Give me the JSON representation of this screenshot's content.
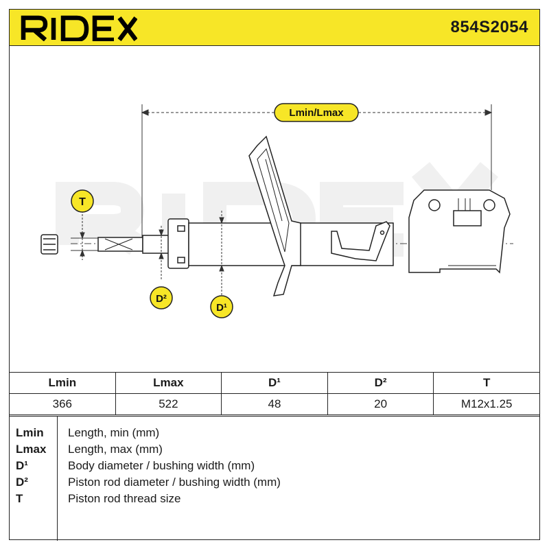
{
  "header": {
    "brand": "RIDEX",
    "part_number": "854S2054",
    "brand_color": "#000000",
    "background_color": "#f7e627"
  },
  "drawing": {
    "watermark": "RIDEX",
    "dimension_labels": {
      "length": "Lmin/Lmax",
      "thread": "T",
      "rod_diameter": "D²",
      "body_diameter": "D¹"
    },
    "label_color": "#f7e627"
  },
  "table": {
    "headers": [
      "Lmin",
      "Lmax",
      "D¹",
      "D²",
      "T"
    ],
    "values": [
      "366",
      "522",
      "48",
      "20",
      "M12x1.25"
    ]
  },
  "legend": [
    {
      "key": "Lmin",
      "value": "Length, min (mm)"
    },
    {
      "key": "Lmax",
      "value": "Length, max (mm)"
    },
    {
      "key": "D¹",
      "value": "Body diameter / bushing width (mm)"
    },
    {
      "key": "D²",
      "value": "Piston rod diameter / bushing width (mm)"
    },
    {
      "key": "T",
      "value": "Piston rod thread size"
    }
  ]
}
